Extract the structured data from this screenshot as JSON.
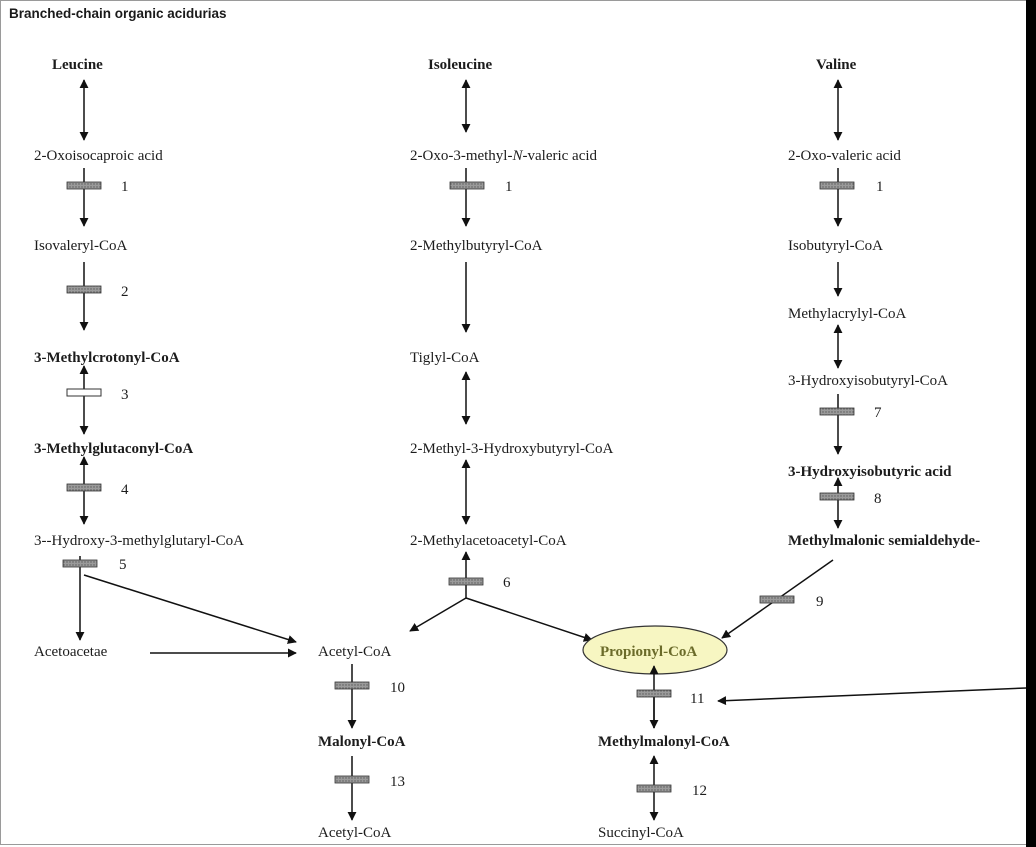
{
  "title": "Branched-chain organic acidurias",
  "colors": {
    "highlight_fill": "#f7f6c2",
    "enzyme_bar": "#8c8c8c"
  },
  "nodes": {
    "leucine": "Leucine",
    "isoleucine": "Isoleucine",
    "valine": "Valine",
    "oxoisocaproic": "2-Oxoisocaproic acid",
    "oxo_methyl_valeric_pre": "2-Oxo-3-methyl-",
    "oxo_methyl_valeric_n": "N",
    "oxo_methyl_valeric_post": "-valeric acid",
    "oxovaleric": "2-Oxo-valeric acid",
    "isovaleryl": "Isovaleryl-CoA",
    "methylbutyryl": "2-Methylbutyryl-CoA",
    "isobutyryl": "Isobutyryl-CoA",
    "methylacrylyl": "Methylacrylyl-CoA",
    "methylcrotonyl": "3-Methylcrotonyl-CoA",
    "tiglyl": "Tiglyl-CoA",
    "hydroxyisobutyryl_coa": "3-Hydroxyisobutyryl-CoA",
    "methylglutaconyl": "3-Methylglutaconyl-CoA",
    "methyl_hydroxybutyryl": "2-Methyl-3-Hydroxybutyryl-CoA",
    "hydroxyisobutyric": "3-Hydroxyisobutyric acid",
    "hmg_coa": "3--Hydroxy-3-methylglutaryl-CoA",
    "methylacetoacetyl": "2-Methylacetoacetyl-CoA",
    "methylmalonic_semialdehyde": "Methylmalonic semialdehyde-",
    "acetoacetate": "Acetoacetae",
    "acetyl_coa": "Acetyl-CoA",
    "propionyl_coa": "Propionyl-CoA",
    "malonyl_coa": "Malonyl-CoA",
    "methylmalonyl_coa": "Methylmalonyl-CoA",
    "acetyl_coa_2": "Acetyl-CoA",
    "succinyl_coa": "Succinyl-CoA"
  },
  "enzymes": {
    "e1_leu": "1",
    "e1_ile": "1",
    "e1_val": "1",
    "e2": "2",
    "e3": "3",
    "e4": "4",
    "e5": "5",
    "e6": "6",
    "e7": "7",
    "e8": "8",
    "e9": "9",
    "e10": "10",
    "e11": "11",
    "e12": "12",
    "e13": "13"
  }
}
